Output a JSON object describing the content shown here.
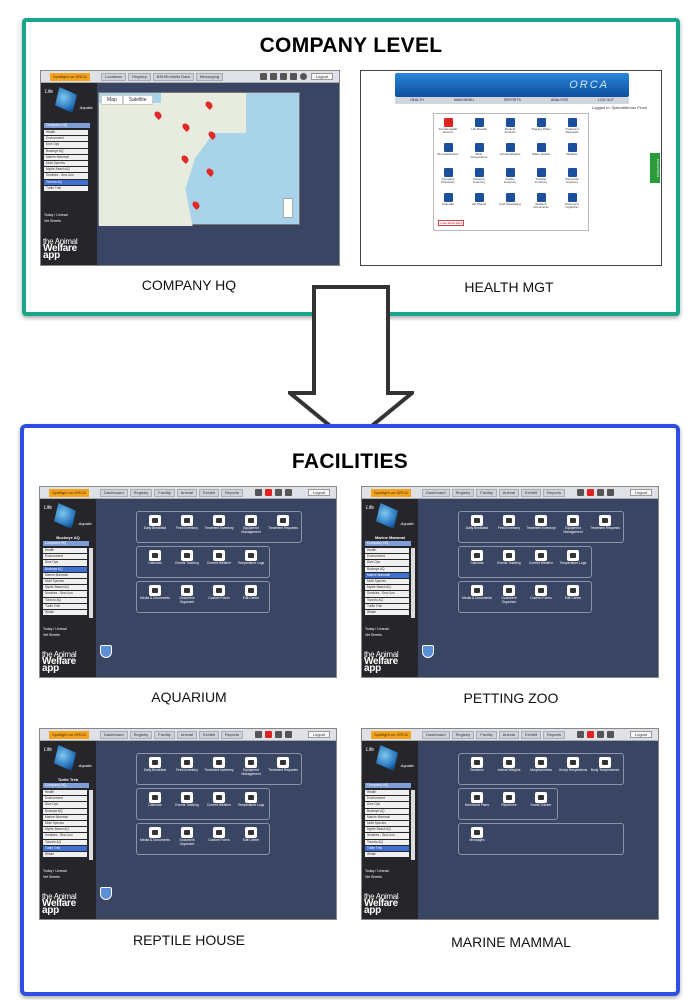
{
  "company": {
    "title": "COMPANY LEVEL",
    "hq_caption": "COMPANY HQ",
    "health_caption": "HEALTH MGT"
  },
  "facilities_section": {
    "title": "FACILITIES",
    "captions": [
      "AQUARIUM",
      "PETTING ZOO",
      "REPTILE HOUSE",
      "MARINE MAMMAL"
    ]
  },
  "app": {
    "spotlight": "Spotlight on ORCA",
    "logout": "Logout",
    "company_hq": "Company HQ",
    "today": "Today / Unread",
    "vet_sheets": "Vet Sheets",
    "brand_top": "the Animal",
    "brand_bottom": "Welfare app",
    "facility_names": [
      "Buckeye AQ",
      "Marine Mammal",
      "Turtle Trek",
      ""
    ]
  },
  "hq_app": {
    "nav": [
      "Locations",
      "Registry",
      "BSH/Exhibits Data",
      "Messaging"
    ],
    "map_tabs": [
      "Map",
      "Satellite"
    ],
    "list": [
      "Health",
      "Environment",
      "Dive Ops",
      "Buckeye AQ",
      "Marine Mammal",
      "Multi Species",
      "Myrtle Beach AQ",
      "Smokies - Sea Lion",
      "Toronto AQ",
      "Turtle Trek"
    ]
  },
  "facility_app": {
    "nav": [
      "Dashboard",
      "Registry",
      "Facility",
      "Animal",
      "Exhibit",
      "Reports"
    ],
    "list": [
      "Health",
      "Environment",
      "Dive Ops",
      "Buckeye AQ",
      "Marine Mammal",
      "Multi Species",
      "Myrtle Beach AQ",
      "Smokies - Sea Lion",
      "Toronto AQ",
      "Turtle Trek",
      "Whale"
    ],
    "group1": [
      "Daily Breakfast",
      "Feed Inventory",
      "Treatment Inventory",
      "Equipment Management",
      "Treatment Requests"
    ],
    "group2": [
      "Calendar",
      "Events Tracking",
      "Current Weather",
      "Temperature Logs"
    ],
    "group3": [
      "Media & Documents",
      "Document Organizer",
      "Custom Forms",
      "Edit Center"
    ]
  },
  "mm_app": {
    "group1": [
      "Sessions",
      "Animal Weights",
      "Morphometrics",
      "Group Respirations",
      "Body Temperatures"
    ],
    "group2": [
      "Nutritional Plans",
      "Repertoire",
      "Social Tracker"
    ],
    "group3": [
      "Messages"
    ]
  },
  "health_app": {
    "brand": "ORCA",
    "nav": [
      "HEALTH",
      "MAIN MENU",
      "REPORTS",
      "ANALYSIS",
      "LOG OUT"
    ],
    "logged_in": "Logged in: Splendiferous Finch",
    "tiles": [
      "Animal Health Record",
      "Lab Results",
      "Medical Analysis",
      "Therapy Plans",
      "Treatment Requests",
      "Physical Exams",
      "Body Temperature",
      "Animal Weights",
      "Water Quality",
      "Weather",
      "Company Pharmacy",
      "Reserve Inventory",
      "Facility Inventory",
      "Transfer Inventory",
      "Reconcile Inventory",
      "Calendar",
      "Vet Sheets",
      "User Messaging",
      "Media & Documents",
      "Document Organizer"
    ],
    "red_button": "Lose Stock Alert",
    "side_tab": "Clinical Notes"
  },
  "colors": {
    "company_border": "#1aa68a",
    "facilities_border": "#2f4fe0",
    "app_bg": "#3a4563"
  }
}
